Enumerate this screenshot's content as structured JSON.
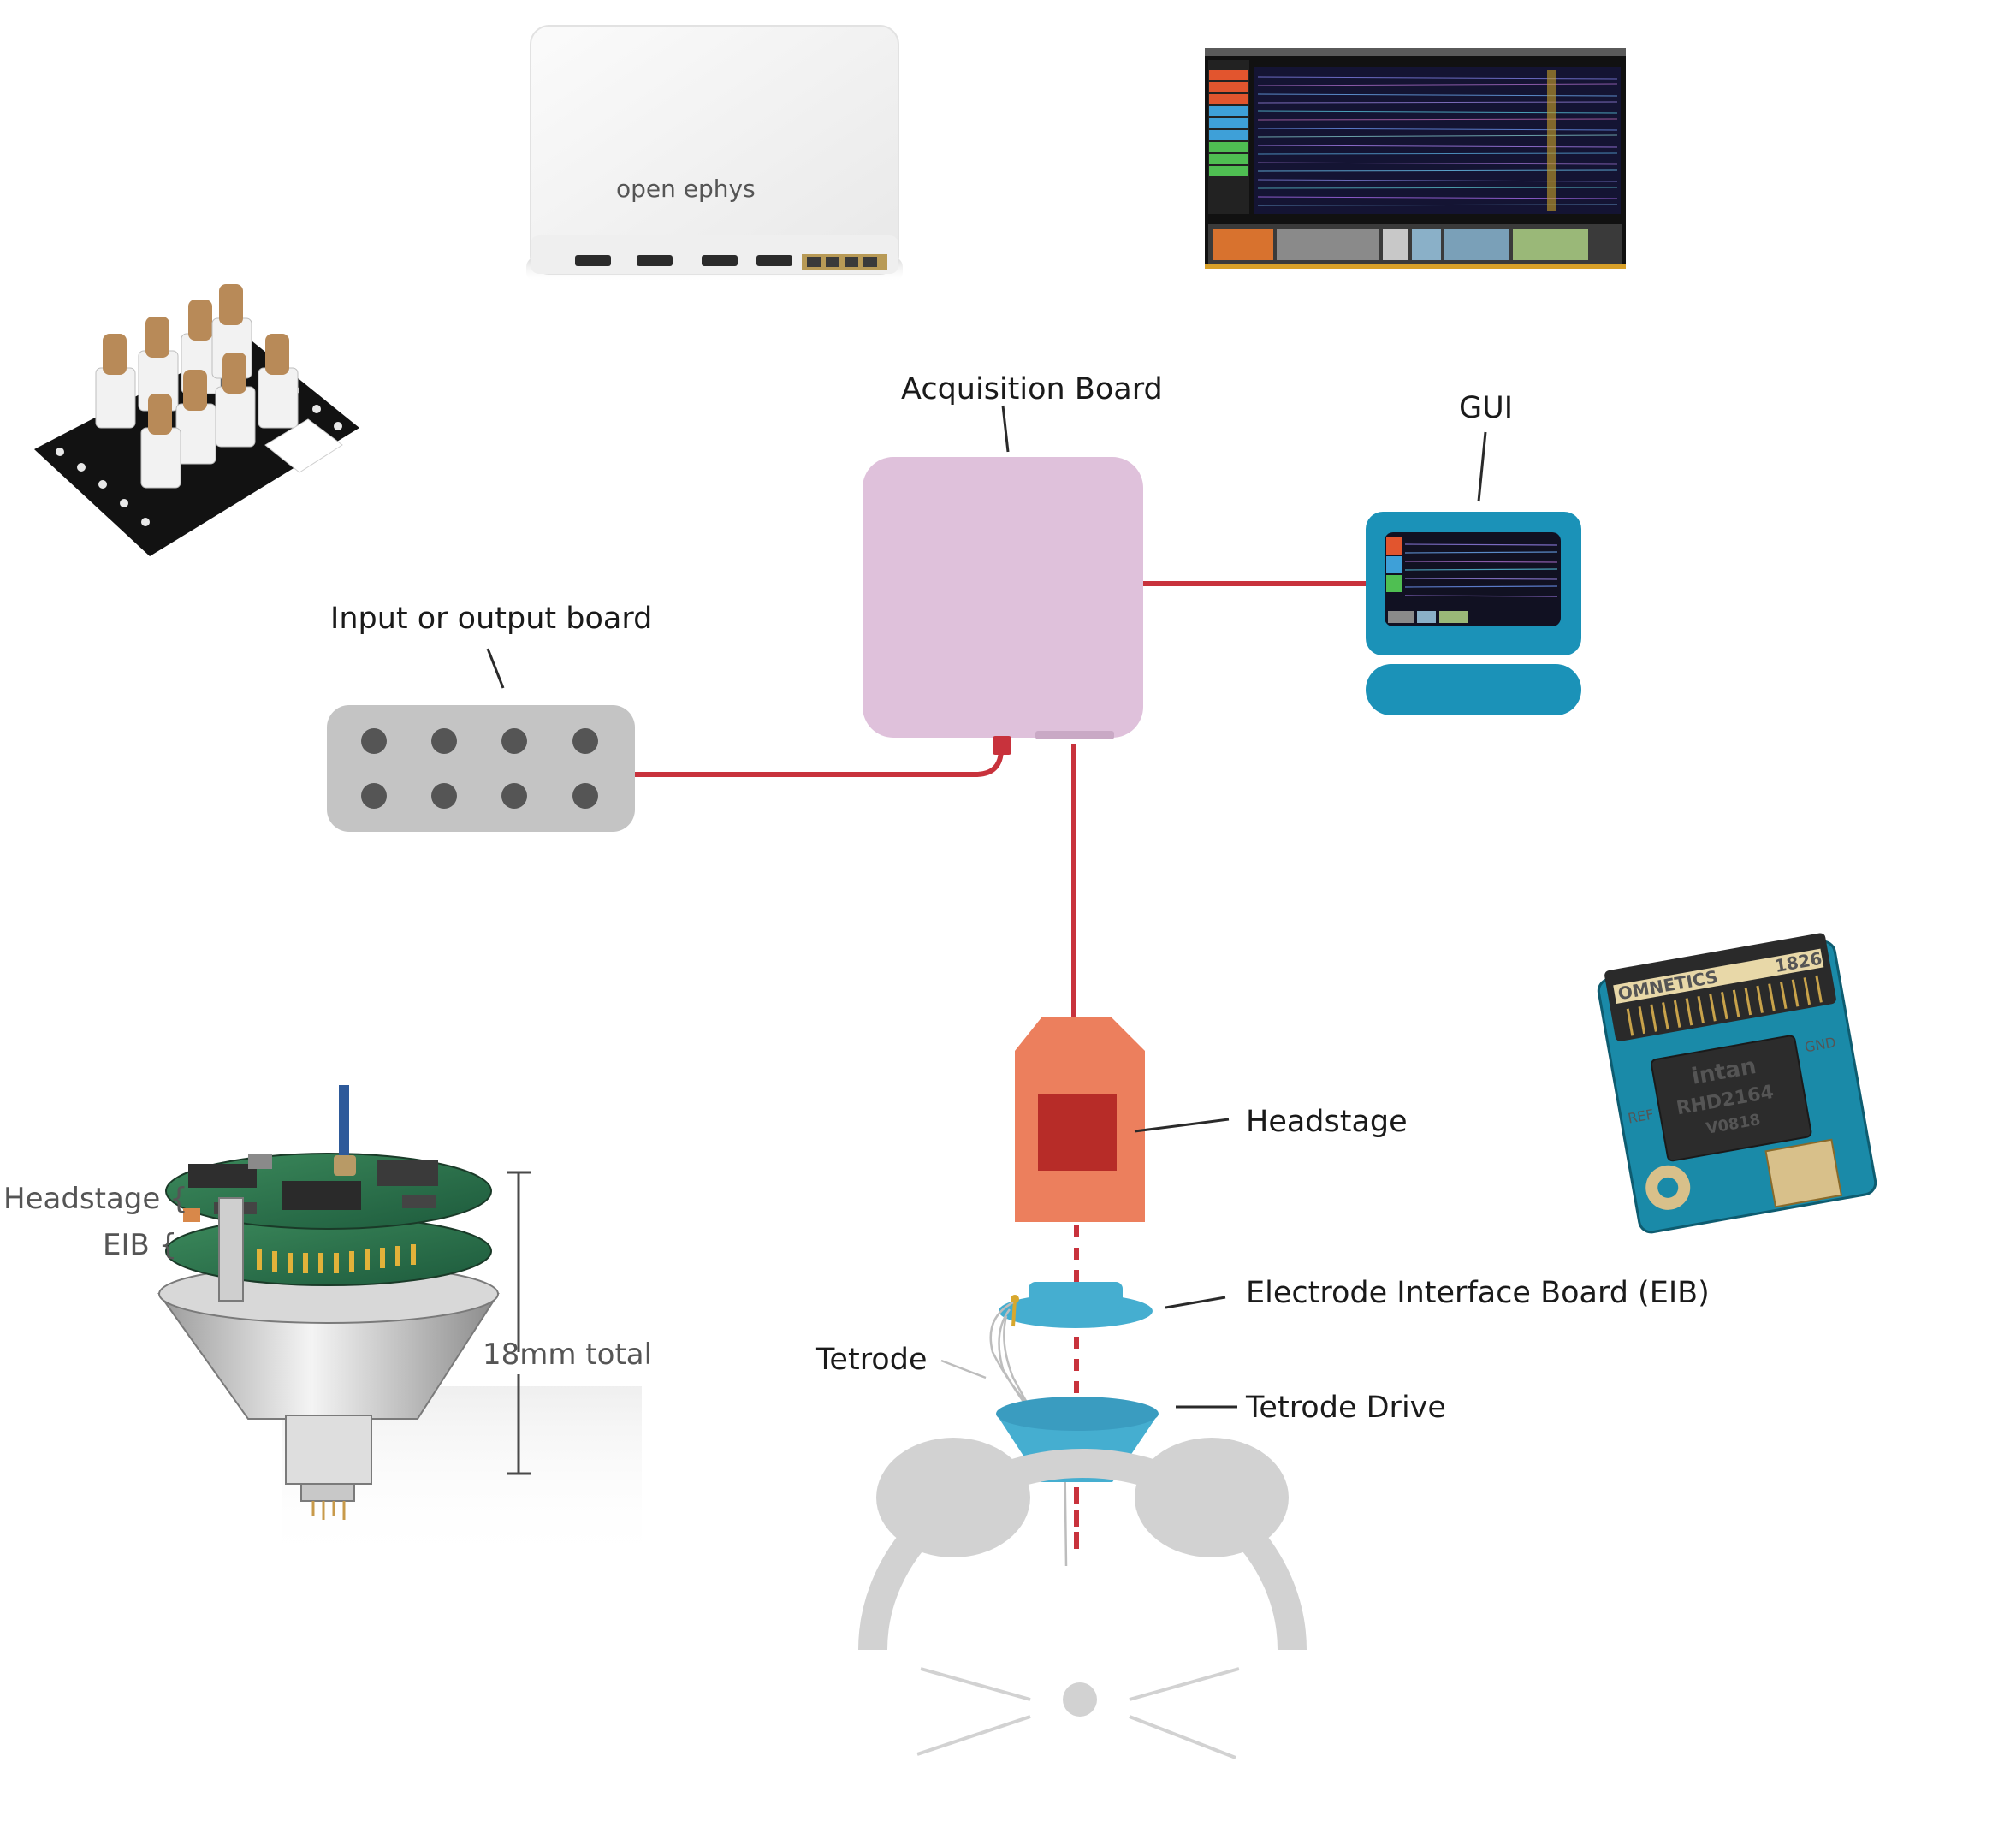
{
  "labels": {
    "acquisition_board": "Acquisition Board",
    "gui": "GUI",
    "io_board": "Input or output board",
    "headstage": "Headstage",
    "eib": "Electrode Interface Board (EIB)",
    "tetrode": "Tetrode",
    "tetrode_drive": "Tetrode Drive"
  },
  "drive_render": {
    "headstage": "Headstage {",
    "eib": "EIB {",
    "total": "18mm total"
  },
  "device_render": {
    "brand": "open ephys"
  },
  "chip_render": {
    "connector": "OMNETICS",
    "connector_num": "1826",
    "chip_brand": "intan",
    "chip_model": "RHD2164",
    "chip_rev": "V0818",
    "gnd": "GND",
    "ref": "REF"
  },
  "colors": {
    "wire": "#c8323c",
    "acq_board": "#dfc1db",
    "gui": "#1b92b8",
    "io_board": "#c4c4c4",
    "headstage": "#ec7f5d",
    "headstage_chip": "#b72c28",
    "eib": "#45aed0",
    "mouse": "#d2d2d2"
  }
}
